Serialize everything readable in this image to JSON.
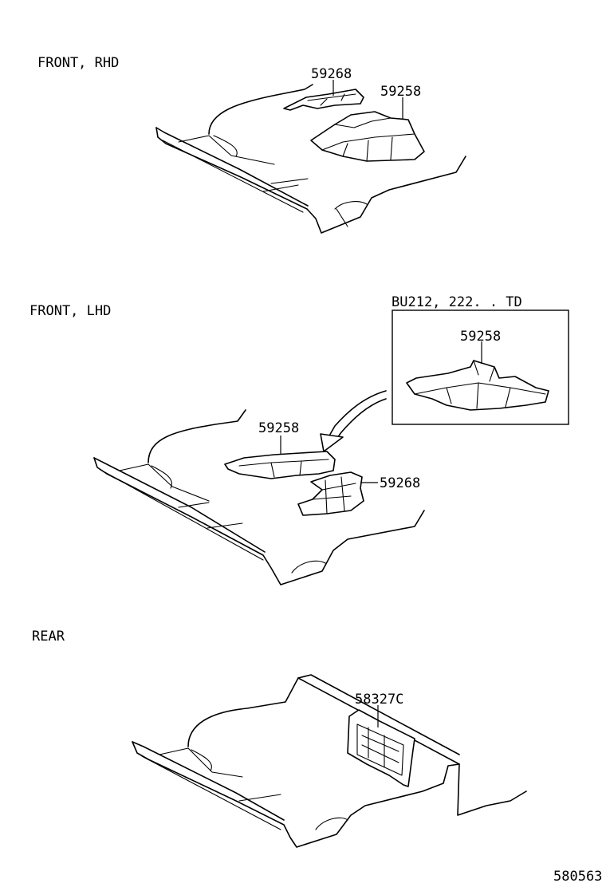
{
  "sections": {
    "front_rhd": {
      "title": "FRONT, RHD",
      "part_a": "59268",
      "part_b": "59258"
    },
    "front_lhd": {
      "title": "FRONT, LHD",
      "part_a": "59258",
      "part_b": "59268"
    },
    "inset": {
      "title": "BU212, 222. . TD",
      "part": "59258"
    },
    "rear": {
      "title": "REAR",
      "part": "58327C"
    }
  },
  "diagram_number": "580563"
}
